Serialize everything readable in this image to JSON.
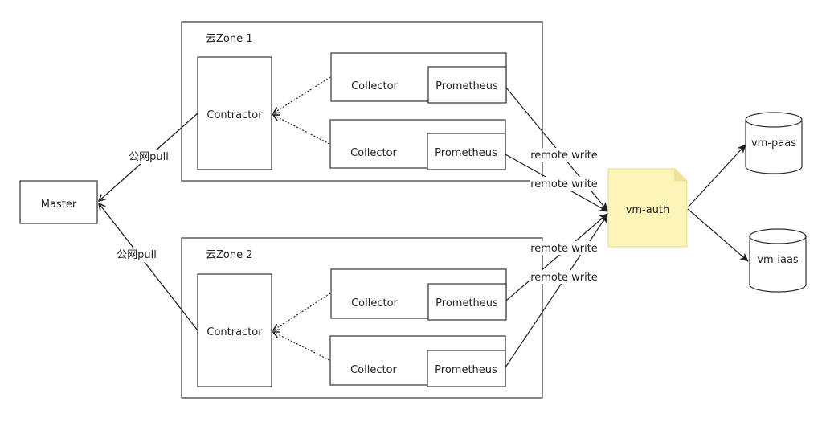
{
  "zones": [
    {
      "title": "云Zone 1",
      "contractor": "Contractor",
      "collectors": [
        {
          "collector": "Collector",
          "prometheus": "Prometheus"
        },
        {
          "collector": "Collector",
          "prometheus": "Prometheus"
        }
      ]
    },
    {
      "title": "云Zone 2",
      "contractor": "Contractor",
      "collectors": [
        {
          "collector": "Collector",
          "prometheus": "Prometheus"
        },
        {
          "collector": "Collector",
          "prometheus": "Prometheus"
        }
      ]
    }
  ],
  "master": "Master",
  "pull_labels": [
    "公网pull",
    "公网pull"
  ],
  "remote_write_labels": [
    "remote write",
    "remote write",
    "remote write",
    "remote write"
  ],
  "vm_auth": {
    "label": "vm-auth",
    "fill": "#fdf5b8",
    "stroke": "#e8dc8a"
  },
  "databases": [
    "vm-paas",
    "vm-iaas"
  ]
}
